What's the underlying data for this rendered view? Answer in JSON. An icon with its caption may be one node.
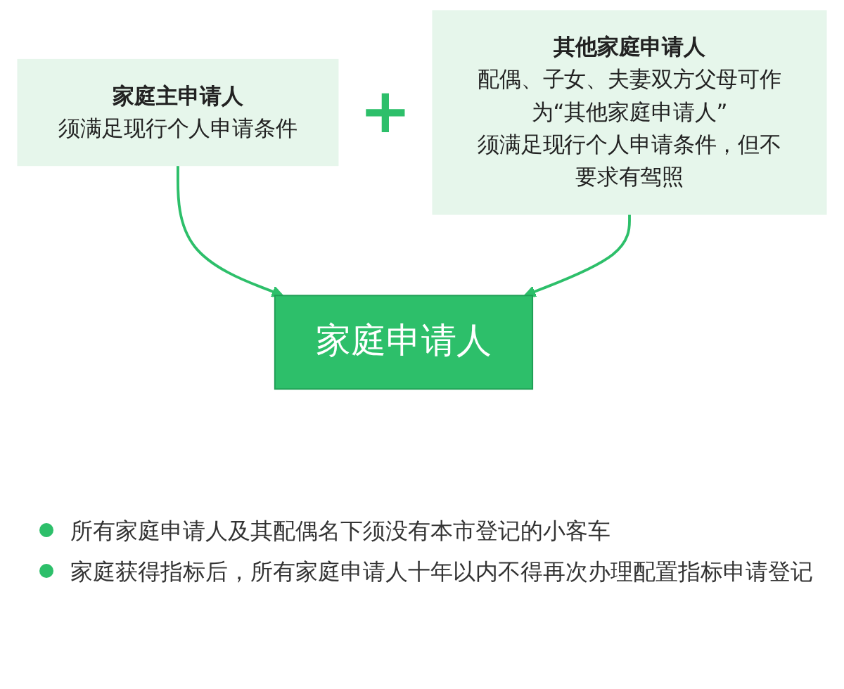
{
  "diagram": {
    "nodes": [
      {
        "text": [
          "家庭主申请人",
          "须满足现行个人申请条件"
        ]
      },
      {
        "text": [
          "其他家庭申请人",
          "配偶、子女、夫妻双方父母可作为“其他家庭申请人”",
          "须满足现行个人申请条件，但不要求有驾照"
        ]
      },
      {
        "text": [
          "家庭申请人"
        ]
      }
    ],
    "edges": [
      {
        "from": 0,
        "to": 2,
        "arrow": "to"
      },
      {
        "from": 1,
        "to": 2,
        "arrow": "to"
      }
    ],
    "labels": [
      "+",
      "所有家庭申请人及其配偶名下须没有本市登记的小客车",
      "家庭获得指标后，所有家庭申请人十年以内不得再次办理配置指标申请登记"
    ]
  }
}
